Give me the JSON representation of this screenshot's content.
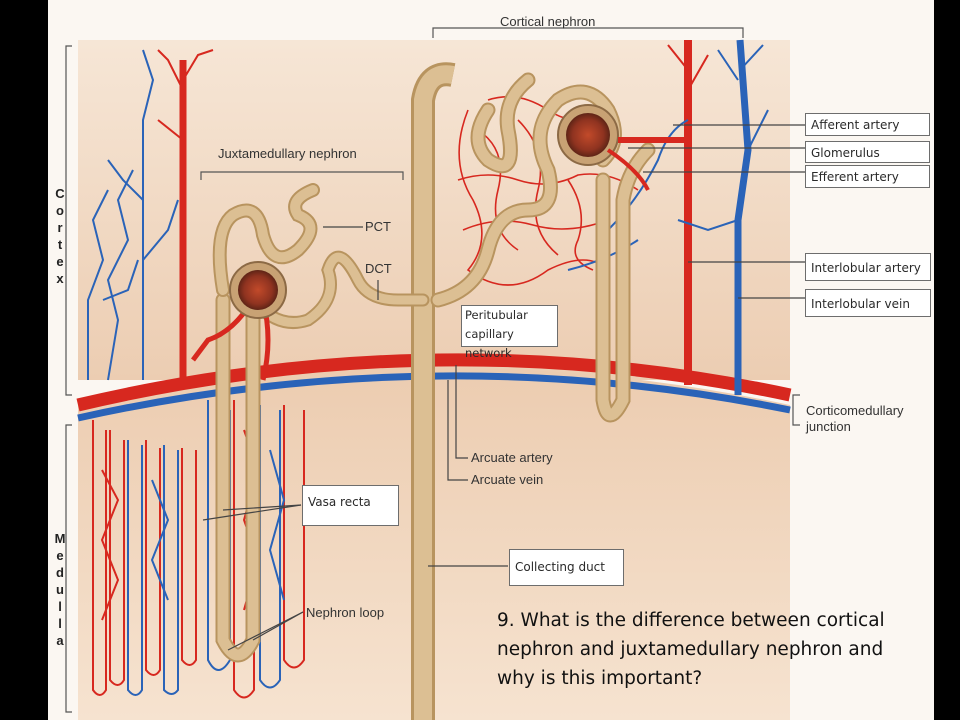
{
  "labels": {
    "cortical_nephron": "Cortical nephron",
    "juxtamedullary_nephron": "Juxtamedullary nephron",
    "pct": "PCT",
    "dct": "DCT",
    "afferent_artery": "Afferent artery",
    "glomerulus": "Glomerulus",
    "efferent_artery": "Efferent artery",
    "interlobular_artery": "Interlobular artery",
    "interlobular_vein": "Interlobular vein",
    "peritubular_capillary_network": "Peritubular capillary network",
    "corticomedullary_junction": "Corticomedullary junction",
    "arcuate_artery": "Arcuate artery",
    "arcuate_vein": "Arcuate vein",
    "vasa_recta": "Vasa recta",
    "collecting_duct": "Collecting duct",
    "nephron_loop": "Nephron loop"
  },
  "side_labels": {
    "cortex": "Cortex",
    "medulla": "Medulla"
  },
  "question": "9. What is the difference between cortical nephron and juxtamedullary nephron and why is this important?",
  "colors": {
    "artery": "#d7281f",
    "vein": "#2a63b8",
    "tubule": "#d9b98c",
    "cortex": "#f0d8c2",
    "medulla": "#f2dcc6",
    "background": "#000000"
  }
}
